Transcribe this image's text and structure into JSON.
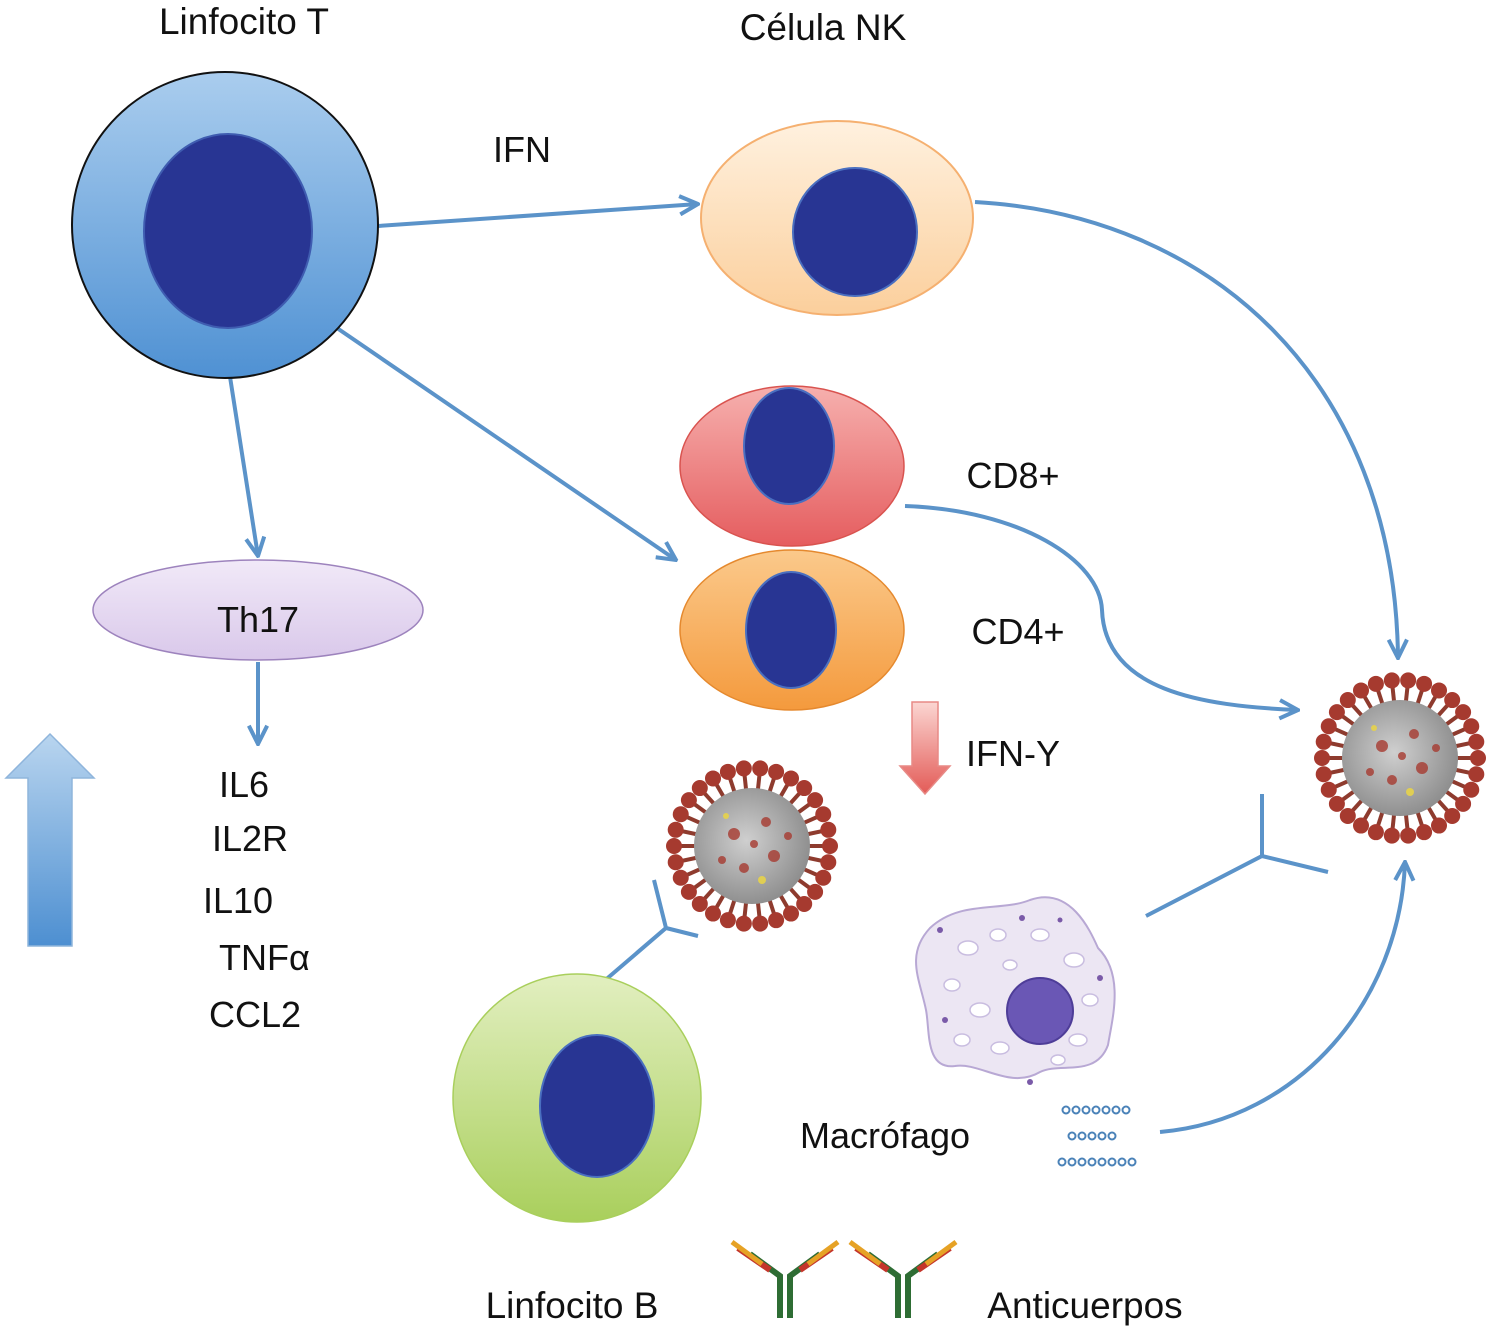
{
  "labels": {
    "linfocito_t": "Linfocito T",
    "celula_nk": "Célula NK",
    "ifn": "IFN",
    "cd8": "CD8+",
    "cd4": "CD4+",
    "th17": "Th17",
    "ifn_y": "IFN-Y",
    "macrofago": "Macrófago",
    "linfocito_b": "Linfocito B",
    "anticuerpos": "Anticuerpos"
  },
  "cytokines": [
    "IL6",
    "IL2R",
    "IL10",
    "TNFα",
    "CCL2"
  ],
  "colors": {
    "arrow": "#5b93c9",
    "nucleus": "#283593",
    "t_cell": "#5c9fdb",
    "nk_cell": "#fde0c0",
    "cd8_cell": "#ea7676",
    "cd4_cell": "#f7ab5a",
    "th17": "#e3d6ef",
    "b_cell": "#c6dd8d",
    "macrophage": "#e6dff0",
    "virus_spike": "#a63a2f",
    "virus_body": "#a8a8a8",
    "up_arrow": "#5b93c9",
    "down_arrow": "#e86a6a"
  },
  "icons": [
    "cell-icon",
    "virus-icon",
    "macrophage-icon",
    "antibody-icon",
    "up-arrow-icon",
    "down-arrow-icon"
  ]
}
